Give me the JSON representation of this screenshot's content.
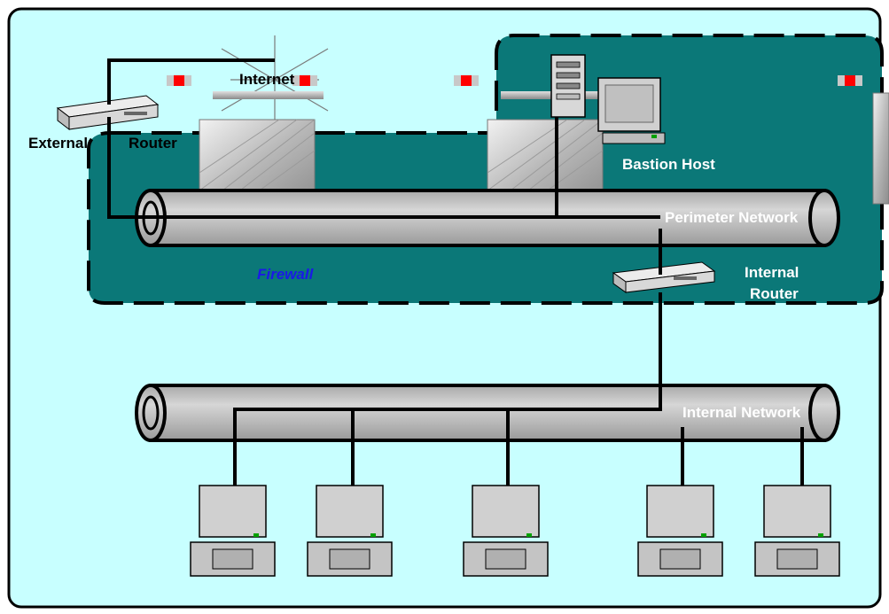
{
  "labels": {
    "internet": "Internet",
    "external": "External",
    "router": "Router",
    "bastion_host": "Bastion Host",
    "perimeter_network": "Perimeter Network",
    "firewall": "Firewall",
    "internal": "Internal",
    "internal_router_2": "Router",
    "internal_network": "Internal Network"
  },
  "colors": {
    "background": "#c8ffff",
    "firewall_zone": "#0b7878",
    "pipe": "#c0c0c0",
    "firewall_label": "#1a1ae6",
    "indicator": "#ff0000"
  },
  "icons": {
    "external_router": "router-icon",
    "internal_router": "router-icon",
    "bastion_host": "server-icon",
    "firewall_walls": "wall-icon",
    "workstations": "desktop-computer-icon"
  },
  "workstation_count": 5
}
